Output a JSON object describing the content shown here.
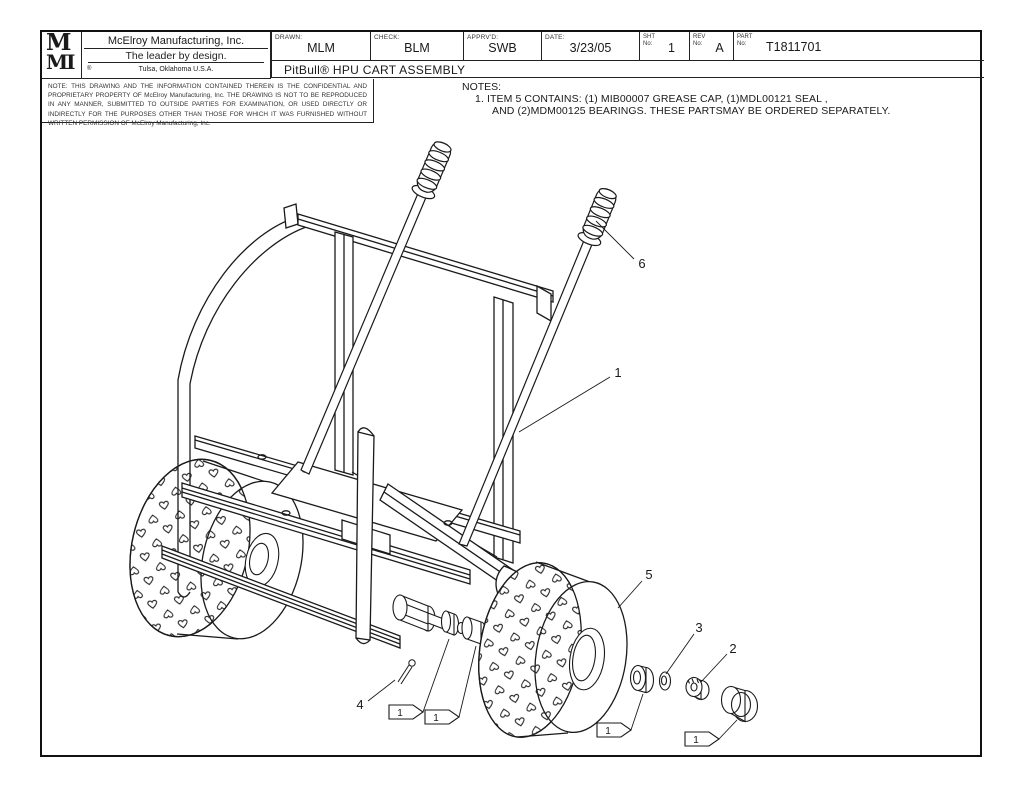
{
  "colors": {
    "ink": "#1a1a1a",
    "paper": "#ffffff"
  },
  "title_block": {
    "logo_top": "M",
    "logo_bottom": "MI",
    "registered_mark": "®",
    "company": "McElroy Manufacturing, Inc.",
    "tagline": "The leader by design.",
    "location": "Tulsa, Oklahoma U.S.A.",
    "drawing_title": "PitBull® HPU CART ASSEMBLY",
    "fields": {
      "drawn": {
        "label": "DRAWN:",
        "value": "MLM"
      },
      "check": {
        "label": "CHECK:",
        "value": "BLM"
      },
      "apprvd": {
        "label": "APPRV'D:",
        "value": "SWB"
      },
      "date": {
        "label": "DATE:",
        "value": "3/23/05"
      },
      "sht": {
        "label": "SHT\nNo:",
        "value": "1"
      },
      "rev": {
        "label": "REV\nNo:",
        "value": "A"
      },
      "part": {
        "label": "PART\nNo:",
        "value": "T1811701"
      }
    }
  },
  "confidentiality_note": "NOTE: THIS DRAWING AND THE INFORMATION CONTAINED THEREIN IS THE CONFIDENTIAL AND PROPRIETARY PROPERTY OF McElroy Manufacturing, Inc. THE DRAWING IS NOT TO BE REPRODUCED IN ANY MANNER, SUBMITTED TO OUTSIDE PARTIES FOR EXAMINATION, OR USED DIRECTLY OR INDIRECTLY FOR THE PURPOSES OTHER THAN THOSE FOR WHICH IT WAS FURNISHED WITHOUT WRITTEN PERMISSION OF McElroy Manufacturing, Inc.",
  "notes": {
    "heading": "NOTES:",
    "item1_line1": "1. ITEM 5 CONTAINS: (1) MIB00007 GREASE CAP, (1)MDL00121 SEAL ,",
    "item1_line2": "AND (2)MDM00125 BEARINGS. THESE PARTSMAY BE ORDERED SEPARATELY."
  },
  "callouts": {
    "item1": "1",
    "item2": "2",
    "item3": "3",
    "item4": "4",
    "item5": "5",
    "item6": "6",
    "flag_label": "1"
  }
}
